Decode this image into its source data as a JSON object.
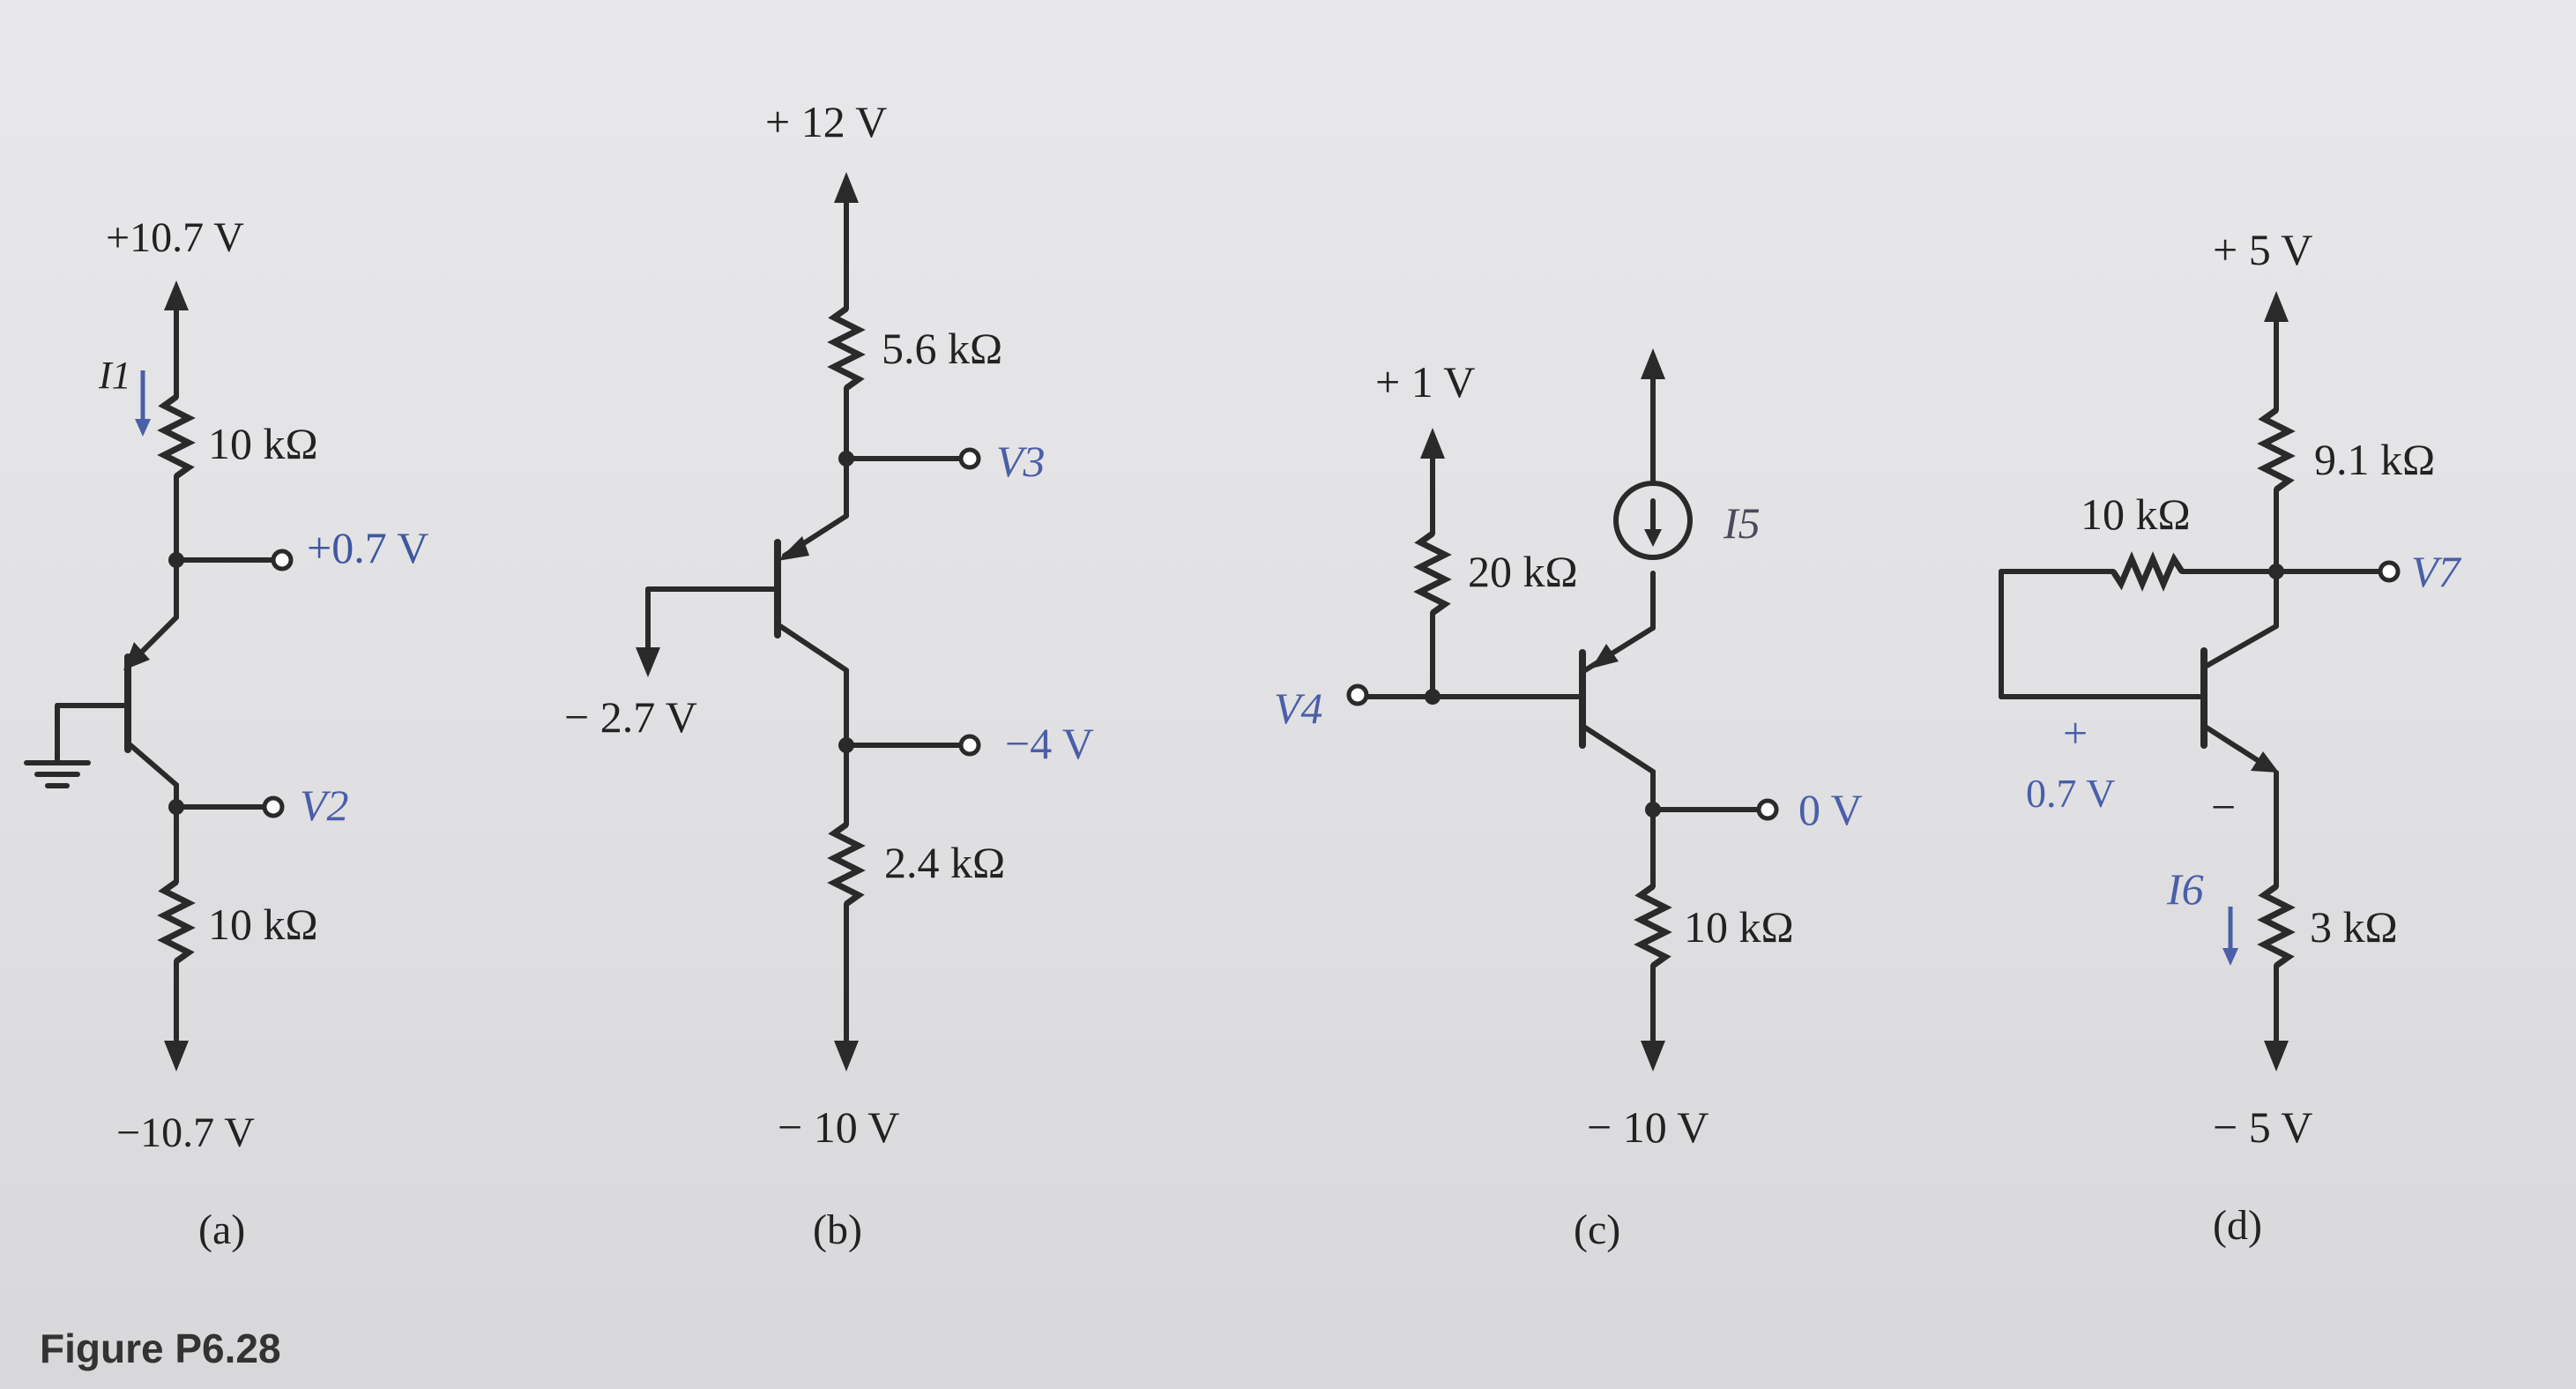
{
  "figure_caption": "Figure P6.28",
  "circuit_a": {
    "label": "(a)",
    "top_supply": "+10.7 V",
    "bottom_supply": "−10.7 V",
    "r_top": "10 kΩ",
    "r_bottom": "10 kΩ",
    "emitter_node": "+0.7 V",
    "collector_node": "V2",
    "current": "I1"
  },
  "circuit_b": {
    "label": "(b)",
    "top_supply": "+ 12 V",
    "bottom_supply": "− 10 V",
    "r_top": "5.6 kΩ",
    "r_bottom": "2.4 kΩ",
    "emitter_node": "V3",
    "collector_node": "−4 V",
    "base_voltage": "− 2.7 V"
  },
  "circuit_c": {
    "label": "(c)",
    "base_supply": "+ 1 V",
    "bottom_supply": "− 10 V",
    "r_base": "20 kΩ",
    "r_bottom": "10 kΩ",
    "base_node": "V4",
    "collector_node": "0 V",
    "current_source": "I5"
  },
  "circuit_d": {
    "label": "(d)",
    "top_supply": "+ 5 V",
    "bottom_supply": "− 5 V",
    "r_top": "9.1 kΩ",
    "r_feedback": "10 kΩ",
    "r_bottom": "3 kΩ",
    "collector_node": "V7",
    "vbe": "0.7 V",
    "plus_sign": "+",
    "minus_sign": "−",
    "current": "I6"
  }
}
